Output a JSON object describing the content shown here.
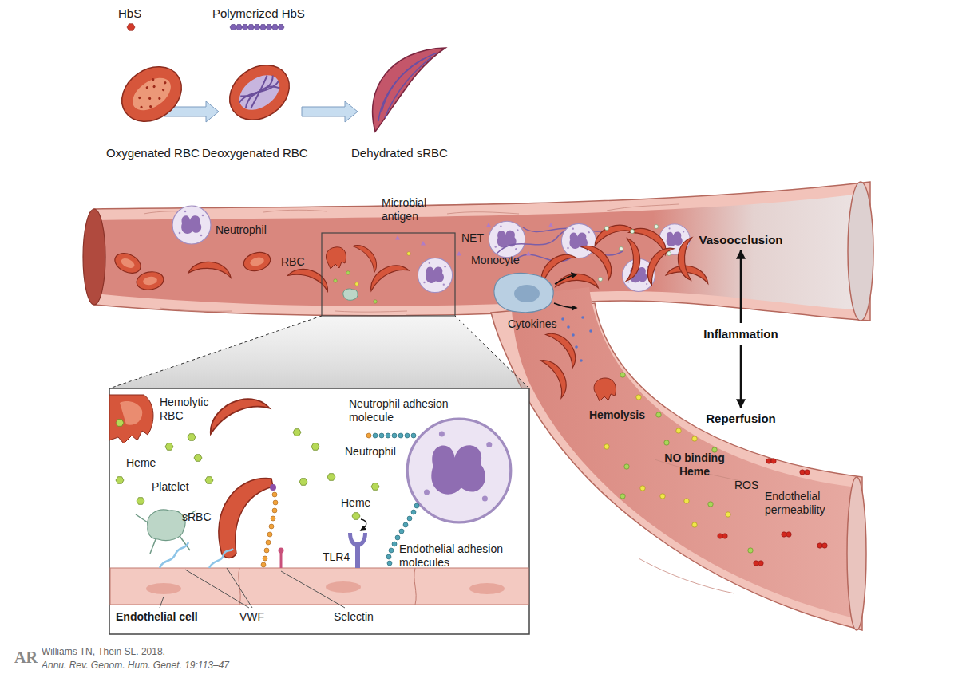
{
  "diagram": {
    "nodes": [
      {
        "text": [
          "Vasoocclusion"
        ]
      },
      {
        "text": [
          "Inflammation"
        ]
      },
      {
        "text": [
          "Reperfusion"
        ]
      }
    ],
    "edges": [
      {
        "from": 1,
        "to": 0,
        "arrow": "to"
      },
      {
        "from": 1,
        "to": 2,
        "arrow": "to"
      }
    ],
    "labels": [
      "HbS",
      "Polymerized HbS",
      "Oxygenated RBC",
      "Deoxygenated RBC",
      "Dehydrated sRBC",
      "Microbial antigen",
      "Neutrophil",
      "NET",
      "RBC",
      "Monocyte",
      "Cytokines",
      "Hemolysis",
      "NO binding Heme",
      "ROS",
      "Endothelial permeability",
      "Hemolytic RBC",
      "Heme",
      "Neutrophil adhesion molecule",
      "Neutrophil",
      "Platelet",
      "sRBC",
      "Heme",
      "TLR4",
      "Endothelial adhesion molecules",
      "Endothelial cell",
      "VWF",
      "Selectin",
      "AR",
      "Williams TN, Thein SL. 2018.",
      "Annu. Rev. Genom. Hum. Genet. 19:113–47"
    ]
  }
}
